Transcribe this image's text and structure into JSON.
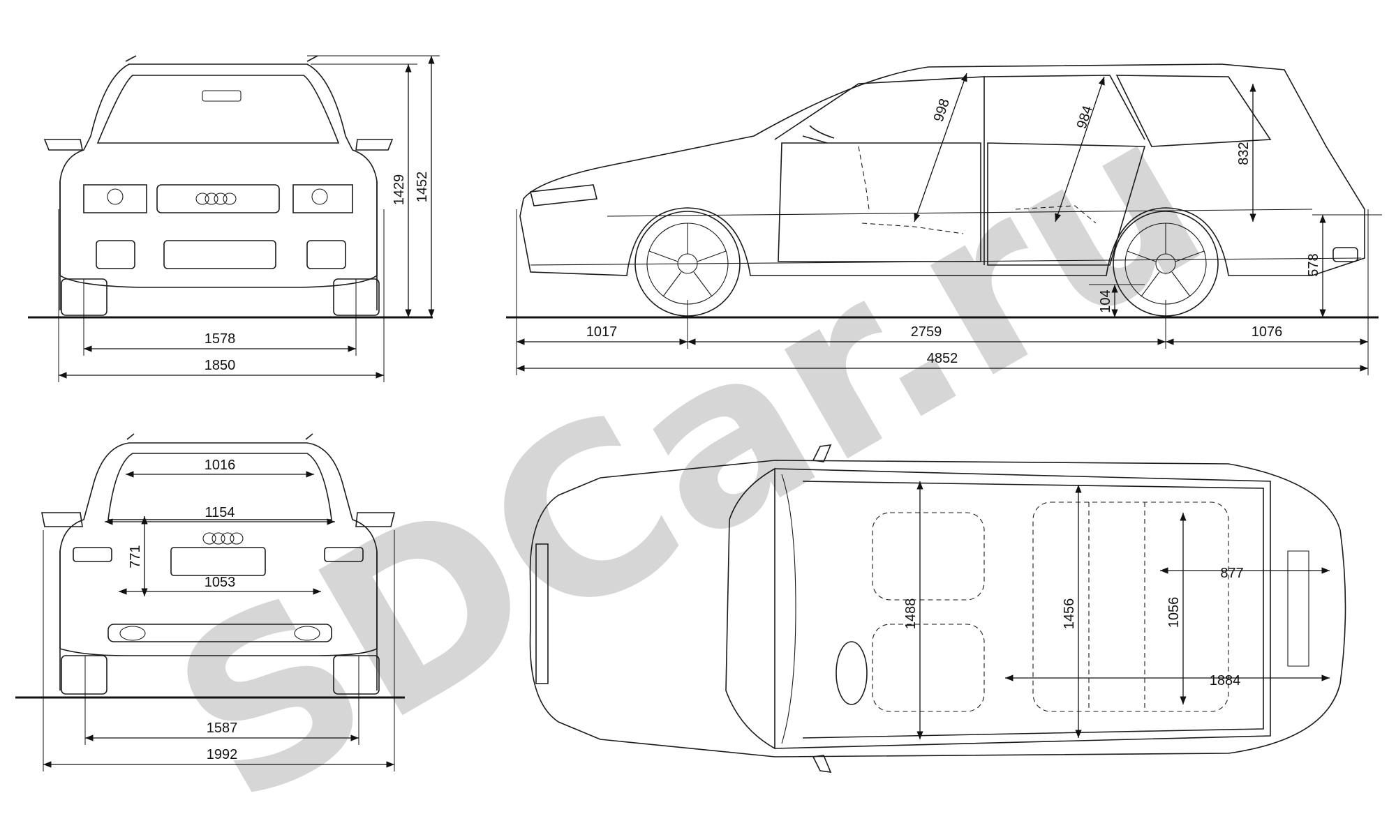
{
  "watermark": {
    "text": "SDCar.ru",
    "color": "#d6d6d6"
  },
  "dimensions": {
    "front_track": "1578",
    "front_width": "1850",
    "height_1": "1429",
    "height_2": "1452",
    "front_overhang": "1017",
    "wheelbase": "2759",
    "rear_overhang": "1076",
    "length": "4852",
    "headroom_front": "998",
    "headroom_rear": "984",
    "tailgate_height": "832",
    "loading_height": "578",
    "ground_clearance": "104",
    "rear_roof_width": "1016",
    "rear_opening_width": "1154",
    "rear_bumper_width": "1053",
    "rear_opening_height": "771",
    "rear_track": "1587",
    "width_mirrors": "1992",
    "shoulder_width_front": "1488",
    "shoulder_width_rear": "1456",
    "trunk_width": "1056",
    "trunk_length": "877",
    "load_length": "1884"
  }
}
